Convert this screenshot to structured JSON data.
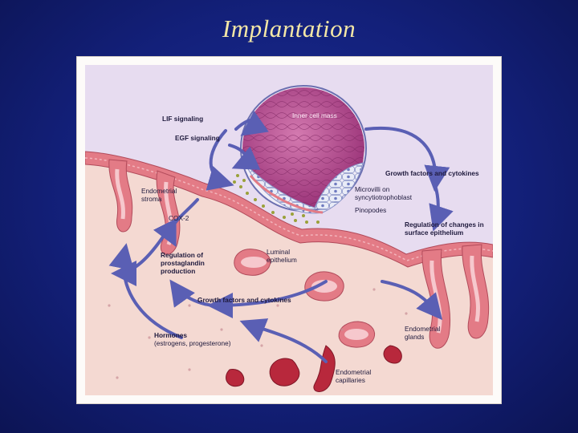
{
  "title": "Implantation",
  "labels": {
    "lif_signaling": "LIF signaling",
    "egf_signaling": "EGF signaling",
    "inner_cell_mass": "Inner cell mass",
    "growth_factors_top": "Growth factors and cytokines",
    "microvilli_1": "Microvilli on",
    "microvilli_2": "syncytiotrophoblast",
    "pinopodes": "Pinopodes",
    "endometrial_stroma_1": "Endometrial",
    "endometrial_stroma_2": "stroma",
    "cox2": "COX-2",
    "reg_surface_1": "Regulation of changes in",
    "reg_surface_2": "surface epithelium",
    "reg_prostaglandin_1": "Regulation of",
    "reg_prostaglandin_2": "prostaglandin",
    "reg_prostaglandin_3": "production",
    "luminal_1": "Luminal",
    "luminal_2": "epithelium",
    "growth_factors_bottom": "Growth factors and cytokines",
    "hormones_1": "Hormones",
    "hormones_2": "(estrogens, progesterone)",
    "endometrial_glands_1": "Endometrial",
    "endometrial_glands_2": "glands",
    "endometrial_capillaries_1": "Endometrial",
    "endometrial_capillaries_2": "capillaries"
  },
  "colors": {
    "background": "#13207a",
    "title": "#f4e7a6",
    "arrow": "#5a5fb4",
    "stroma": "#f4d9d2",
    "epithelium": "#e37b86",
    "lumen": "#e7dcf0",
    "icm": "#b24a8a",
    "trophoblast": "#dfe3f3",
    "capillary": "#b8283c"
  }
}
